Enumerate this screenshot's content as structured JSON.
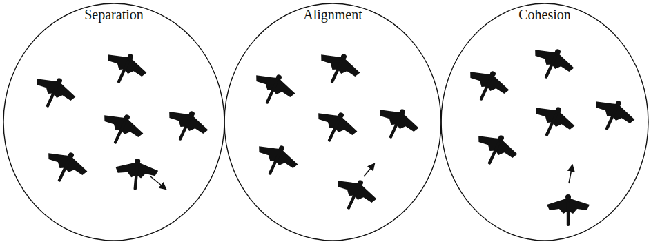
{
  "diagram": {
    "nodes": [
      {
        "text": [
          "Separation"
        ]
      },
      {
        "text": [
          "Alignment"
        ]
      },
      {
        "text": [
          "Cohesion"
        ]
      }
    ]
  }
}
